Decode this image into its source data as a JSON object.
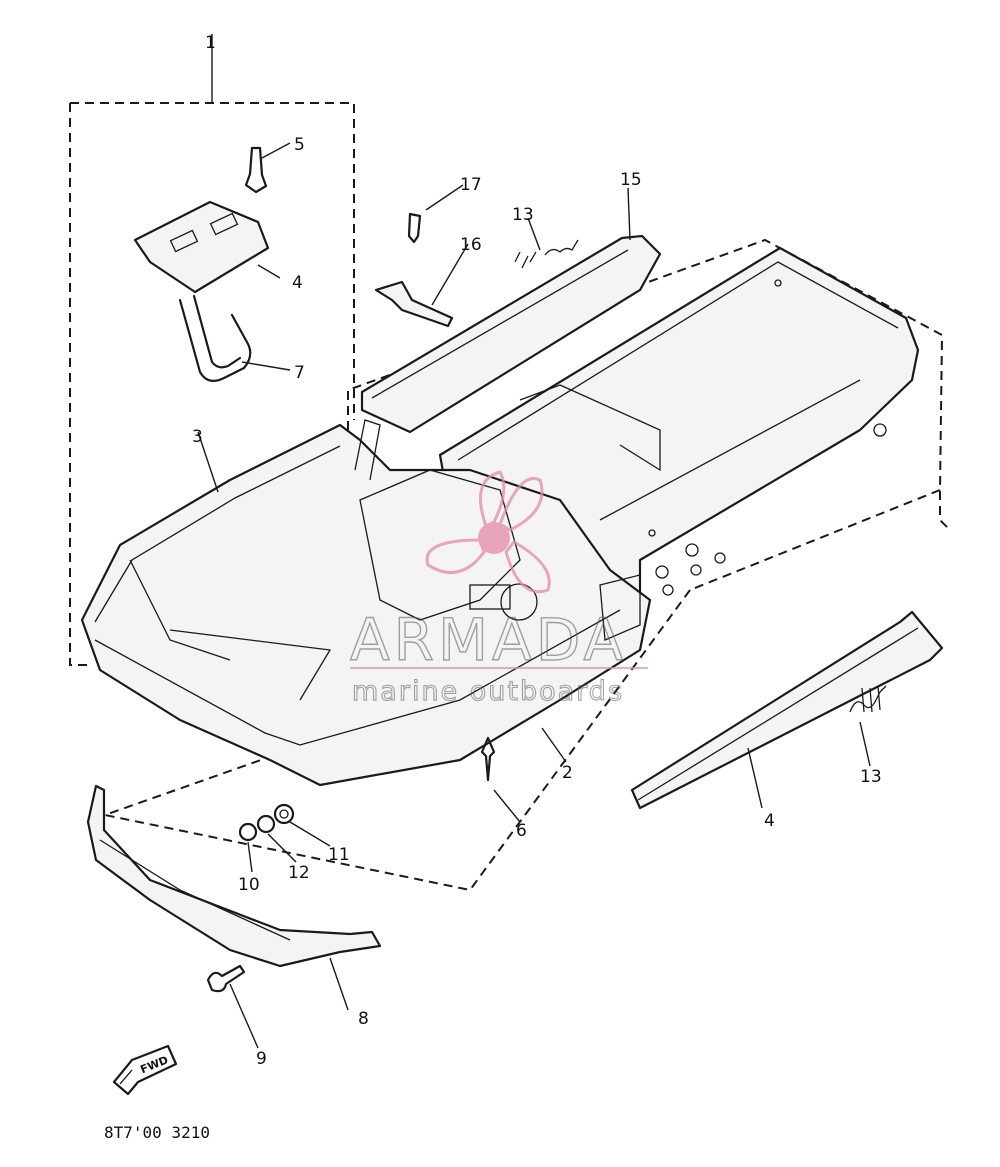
{
  "callouts": {
    "c1": "1",
    "c2": "2",
    "c3": "3",
    "c4a": "4",
    "c4b": "4",
    "c5": "5",
    "c6": "6",
    "c7": "7",
    "c8": "8",
    "c9": "9",
    "c10": "10",
    "c11": "11",
    "c12": "12",
    "c13a": "13",
    "c13b": "13",
    "c15": "15",
    "c16": "16",
    "c17": "17"
  },
  "watermark": {
    "title": "ARMADA",
    "subtitle": "marine outboards"
  },
  "fwd_label": "FWD",
  "catalog_code": "8T7'00 3210",
  "icons": {
    "watermark_logo": "propeller-logo-icon",
    "direction": "fwd-arrow-icon"
  },
  "colors": {
    "ink": "#1a1a1a",
    "watermark_pink": "#e58aa8",
    "watermark_gray": "#5a5a5a",
    "background": "#ffffff"
  }
}
